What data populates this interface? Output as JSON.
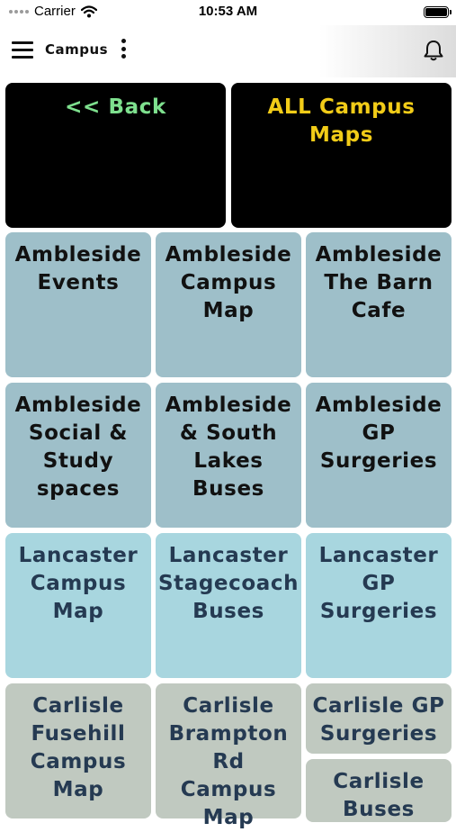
{
  "status_bar": {
    "carrier": "Carrier",
    "time": "10:53 AM",
    "battery_level": 1.0
  },
  "app_bar": {
    "title": "Campus",
    "menu_icon": "hamburger-icon",
    "more_icon": "kebab-icon",
    "notify_icon": "bell-icon"
  },
  "colors": {
    "back_text": "#7ee08e",
    "all_maps_text": "#f2cc18",
    "black_tile": "#000000",
    "ambleside_tile": "#9ebfc9",
    "lancaster_tile": "#a8d6df",
    "carlisle_tile": "#c0c9c0"
  },
  "tiles": {
    "back": "<< Back",
    "all_maps": "ALL Campus Maps",
    "amb_events": "Ambleside Events",
    "amb_campus_map": "Ambleside Campus Map",
    "amb_barn_cafe": "Ambleside The Barn Cafe",
    "amb_social": "Ambleside Social & Study spaces",
    "amb_buses": "Ambleside & South Lakes Buses",
    "amb_gp": "Ambleside GP Surgeries",
    "lan_campus_map": "Lancaster Campus Map",
    "lan_buses": "Lancaster Stagecoach Buses",
    "lan_gp": "Lancaster GP Surgeries",
    "car_fusehill": "Carlisle Fusehill Campus Map",
    "car_brampton": "Carlisle Brampton Rd Campus Map",
    "car_gp": "Carlisle GP Surgeries",
    "car_buses": "Carlisle Buses"
  }
}
